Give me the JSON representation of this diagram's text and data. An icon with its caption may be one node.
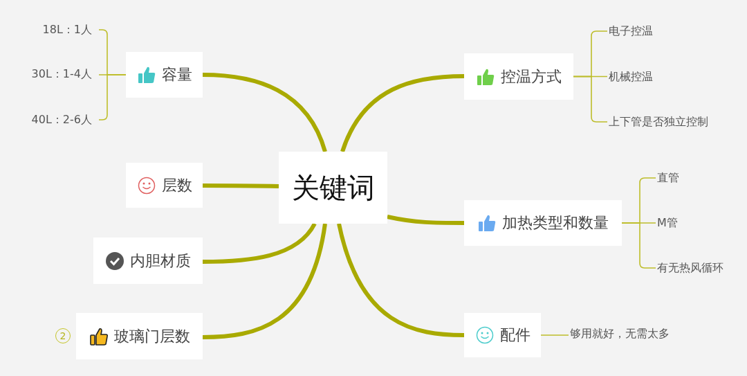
{
  "diagram": {
    "nodes": [
      {
        "text": [
          "关键词"
        ]
      },
      {
        "text": [
          "容量"
        ]
      },
      {
        "text": [
          "层数"
        ]
      },
      {
        "text": [
          "内胆材质"
        ]
      },
      {
        "text": [
          "玻璃门层数"
        ],
        "beside": [
          "2"
        ]
      },
      {
        "text": [
          "控温方式"
        ]
      },
      {
        "text": [
          "加热类型和数量"
        ]
      },
      {
        "text": [
          "配件"
        ]
      },
      {
        "text": [
          "18L：1人"
        ]
      },
      {
        "text": [
          "30L：1-4人"
        ]
      },
      {
        "text": [
          "40L：2-6人"
        ]
      },
      {
        "text": [
          "电子控温"
        ]
      },
      {
        "text": [
          "机械控温"
        ]
      },
      {
        "text": [
          "上下管是否独立控制"
        ]
      },
      {
        "text": [
          "直管"
        ]
      },
      {
        "text": [
          "M管"
        ]
      },
      {
        "text": [
          "有无热风循环"
        ]
      },
      {
        "text": [
          "够用就好，无需太多"
        ]
      }
    ],
    "edges": [
      {
        "from": 0,
        "to": 1,
        "arrow": "none",
        "style": "thick"
      },
      {
        "from": 0,
        "to": 2,
        "arrow": "none",
        "style": "thick"
      },
      {
        "from": 0,
        "to": 3,
        "arrow": "none",
        "style": "thick"
      },
      {
        "from": 0,
        "to": 4,
        "arrow": "none",
        "style": "thick"
      },
      {
        "from": 0,
        "to": 5,
        "arrow": "none",
        "style": "thick"
      },
      {
        "from": 0,
        "to": 6,
        "arrow": "none",
        "style": "thick"
      },
      {
        "from": 0,
        "to": 7,
        "arrow": "none",
        "style": "thick"
      },
      {
        "from": 1,
        "to": 8,
        "arrow": "none"
      },
      {
        "from": 1,
        "to": 9,
        "arrow": "none"
      },
      {
        "from": 1,
        "to": 10,
        "arrow": "none"
      },
      {
        "from": 5,
        "to": 11,
        "arrow": "none"
      },
      {
        "from": 5,
        "to": 12,
        "arrow": "none"
      },
      {
        "from": 5,
        "to": 13,
        "arrow": "none"
      },
      {
        "from": 6,
        "to": 14,
        "arrow": "none"
      },
      {
        "from": 6,
        "to": 15,
        "arrow": "none"
      },
      {
        "from": 6,
        "to": 16,
        "arrow": "none"
      },
      {
        "from": 7,
        "to": 17,
        "arrow": "none"
      }
    ]
  }
}
